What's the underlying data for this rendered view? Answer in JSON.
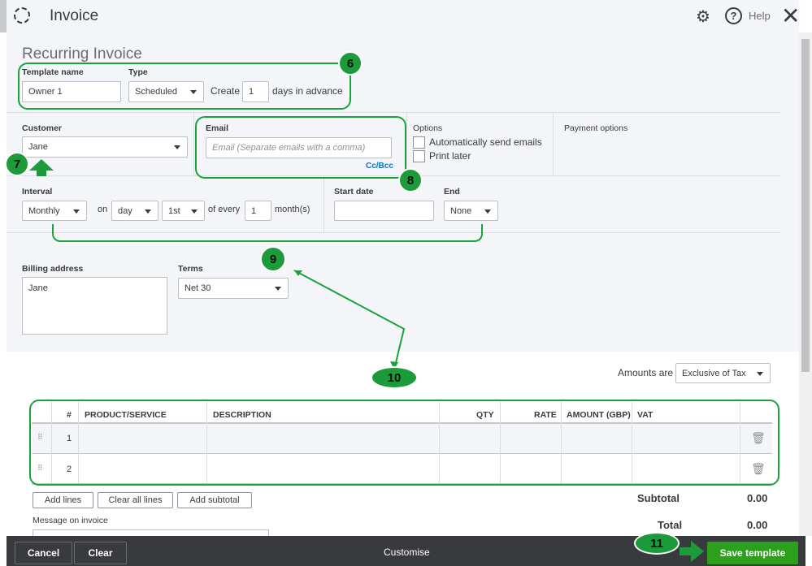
{
  "header": {
    "title": "Invoice",
    "help_label": "Help"
  },
  "form": {
    "heading": "Recurring Invoice",
    "template_name_label": "Template name",
    "template_name_value": "Owner 1",
    "type_label": "Type",
    "type_value": "Scheduled",
    "create_label": "Create",
    "create_days_value": "1",
    "days_in_advance_label": "days in advance",
    "customer_label": "Customer",
    "customer_value": "Jane",
    "email_label": "Email",
    "email_placeholder": "Email (Separate emails with a comma)",
    "cc_bcc": "Cc/Bcc",
    "options_label": "Options",
    "auto_send_label": "Automatically send emails",
    "print_later_label": "Print later",
    "payment_options_label": "Payment options",
    "interval_label": "Interval",
    "interval_value": "Monthly",
    "on_label": "on",
    "on_unit_value": "day",
    "on_day_value": "1st",
    "of_every_label": "of every",
    "every_value": "1",
    "months_label": "month(s)",
    "start_date_label": "Start date",
    "start_date_value": "",
    "end_label": "End",
    "end_value": "None",
    "billing_address_label": "Billing address",
    "billing_address_value": "Jane",
    "terms_label": "Terms",
    "terms_value": "Net 30",
    "amounts_are_label": "Amounts are",
    "amounts_are_value": "Exclusive of Tax"
  },
  "table": {
    "columns": [
      "#",
      "PRODUCT/SERVICE",
      "DESCRIPTION",
      "QTY",
      "RATE",
      "AMOUNT (GBP)",
      "VAT"
    ],
    "rows": [
      {
        "num": "1"
      },
      {
        "num": "2"
      }
    ]
  },
  "actions": {
    "add_lines": "Add lines",
    "clear_all_lines": "Clear all lines",
    "add_subtotal": "Add subtotal"
  },
  "totals": {
    "subtotal_label": "Subtotal",
    "subtotal_value": "0.00",
    "total_label": "Total",
    "total_value": "0.00"
  },
  "message_label": "Message on invoice",
  "footer": {
    "cancel": "Cancel",
    "clear": "Clear",
    "customise": "Customise",
    "save": "Save template"
  },
  "annotations": [
    "6",
    "7",
    "8",
    "9",
    "10",
    "11"
  ],
  "colors": {
    "annotation": "#1aa33b",
    "save_button": "#2ca01c",
    "footer": "#393a3d"
  }
}
